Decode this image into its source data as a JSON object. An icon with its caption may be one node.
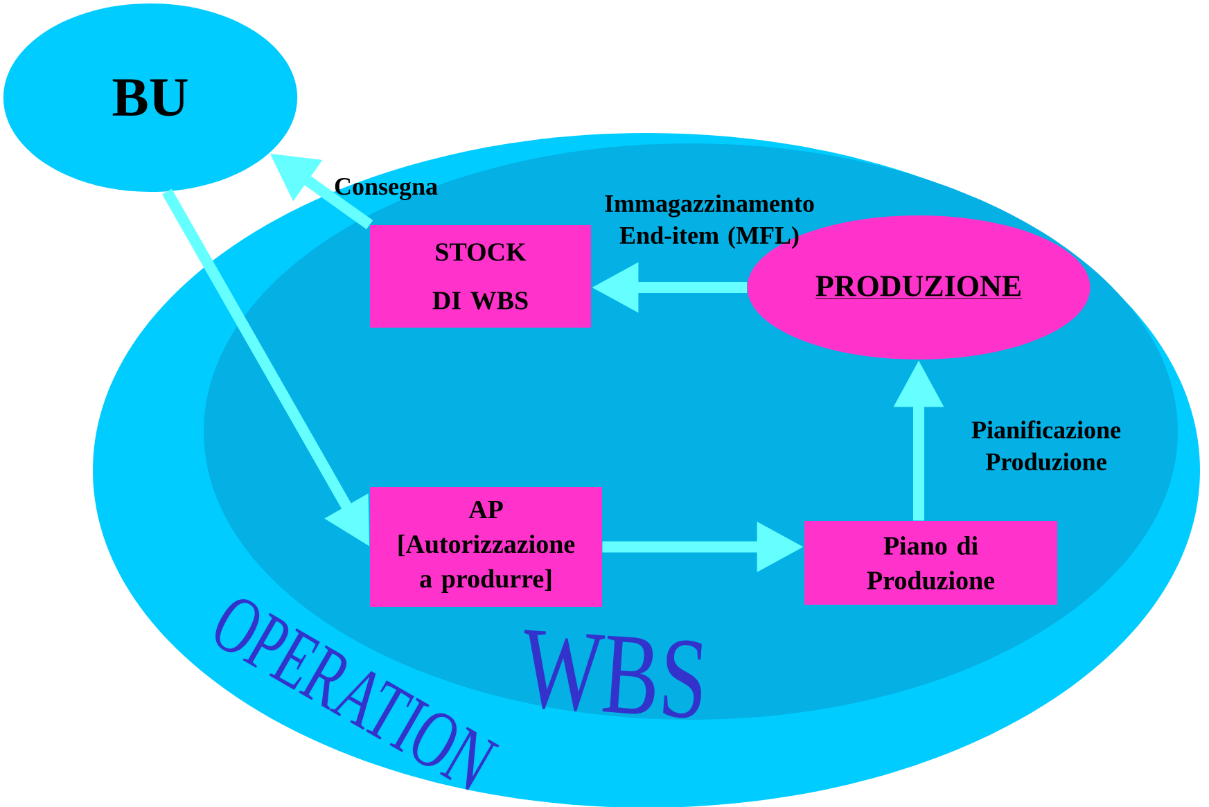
{
  "diagram": {
    "nodes": [
      {
        "text": [
          "OPERATION"
        ]
      },
      {
        "text": [
          "WBS"
        ],
        "in": 0
      },
      {
        "text": [
          "BU"
        ]
      },
      {
        "text": [
          "STOCK DI WBS"
        ],
        "in": 1
      },
      {
        "text": [
          "PRODUZIONE"
        ],
        "in": 1
      },
      {
        "text": [
          "AP [Autorizzazione a produrre]"
        ],
        "in": 1
      },
      {
        "text": [
          "Piano di Produzione"
        ],
        "in": 1
      }
    ],
    "edges": [
      {
        "from": 2,
        "to": 5,
        "arrow": "to"
      },
      {
        "from": 5,
        "to": 6,
        "arrow": "to"
      },
      {
        "from": 6,
        "to": 4,
        "arrow": "to",
        "label": "Pianificazione Produzione"
      },
      {
        "from": 4,
        "to": 3,
        "arrow": "to",
        "label": "Immagazzinamento End-item (MFL)"
      },
      {
        "from": 3,
        "to": 2,
        "arrow": "to",
        "label": "Consegna"
      }
    ]
  }
}
